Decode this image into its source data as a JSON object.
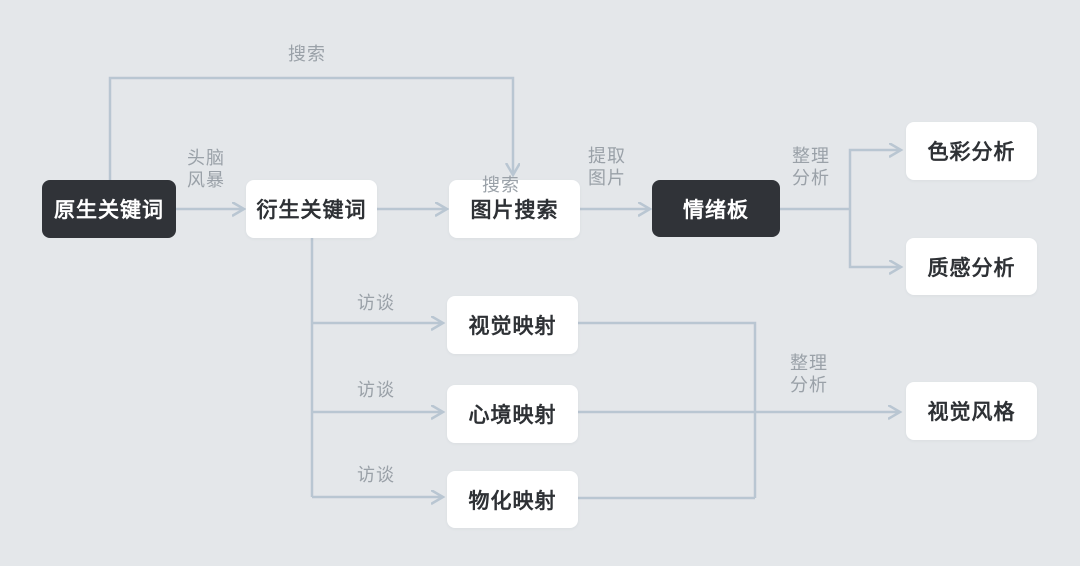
{
  "colors": {
    "background": "#e4e7ea",
    "connector": "#b9c6d2",
    "node_dark_bg": "#303338",
    "node_dark_text": "#ffffff",
    "node_light_bg": "#ffffff",
    "node_light_text": "#2e3135",
    "edge_label_text": "#9aa1a8"
  },
  "nodes": {
    "native_keywords": "原生关键词",
    "derived_keywords": "衍生关键词",
    "image_search": "图片搜索",
    "mood_board": "情绪板",
    "color_analysis": "色彩分析",
    "texture_analysis": "质感分析",
    "visual_mapping": "视觉映射",
    "mood_mapping": "心境映射",
    "materialization_mapping": "物化映射",
    "visual_style": "视觉风格"
  },
  "edge_labels": {
    "search_top": "搜索",
    "brainstorm": "头脑\n风暴",
    "search_mid": "搜索",
    "extract_images": "提取\n图片",
    "organize_analyze_right": "整理\n分析",
    "interview_1": "访谈",
    "interview_2": "访谈",
    "interview_3": "访谈",
    "organize_analyze_bottom": "整理\n分析"
  }
}
